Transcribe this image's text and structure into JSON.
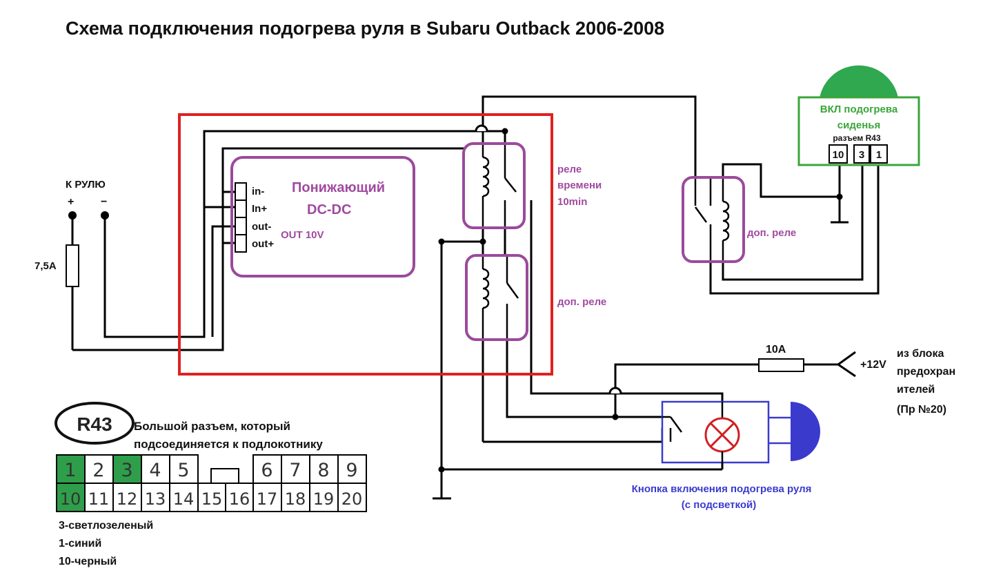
{
  "title": "Схема подключения подогрева руля в Subaru Outback 2006-2008",
  "steering": {
    "label": "К РУЛЮ",
    "plus": "+",
    "minus": "−",
    "fuse": "7,5A"
  },
  "dcdc": {
    "title_line1": "Понижающий",
    "title_line2": "DC-DC",
    "output": "OUT 10V",
    "pins": [
      "in-",
      "In+",
      "out-",
      "out+"
    ]
  },
  "relays": {
    "timer_line1": "реле",
    "timer_line2": "времени",
    "timer_line3": "10min",
    "aux_inner": "доп. реле",
    "aux_right": "доп. реле"
  },
  "seat_heat": {
    "line1": "ВКЛ подогрева",
    "line2": "сиденья",
    "connector": "разъем R43",
    "pins": [
      "10",
      "3",
      "1"
    ]
  },
  "power": {
    "fuse": "10A",
    "voltage": "+12V",
    "source_line1": "из блока",
    "source_line2": "предохран",
    "source_line3": "ителей",
    "source_line4": "(Пр №20)"
  },
  "button": {
    "line1": "Кнопка включения подогрева руля",
    "line2": "(с подсветкой)"
  },
  "r43": {
    "badge": "R43",
    "desc_line1": "Большой разъем, который",
    "desc_line2": "подсоединяется к подлокотнику",
    "top_row": [
      "1",
      "2",
      "3",
      "4",
      "5",
      "6",
      "7",
      "8",
      "9"
    ],
    "bottom_row": [
      "10",
      "11",
      "12",
      "13",
      "14",
      "15",
      "16",
      "17",
      "18",
      "19",
      "20"
    ],
    "legend": [
      "3-светлозеленый",
      "1-синий",
      "10-черный"
    ]
  },
  "colors": {
    "wire": "#000000",
    "frame_red": "#e02020",
    "relay_purple": "#9b4a9b",
    "seat_green": "#3aa53a",
    "button_blue": "#3a3acd",
    "pin_green": "#2e9e4a"
  }
}
